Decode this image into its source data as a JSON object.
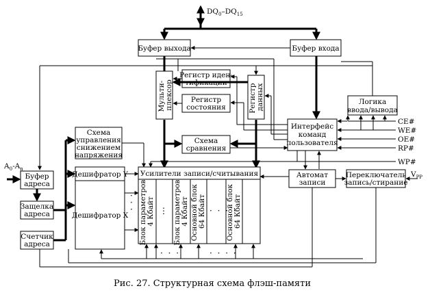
{
  "diagram": {
    "bus_label": "DQ",
    "bus_sub_a": "0",
    "bus_dash": "–DQ",
    "bus_sub_b": "15",
    "addr_label": "A",
    "addr_sub_a": "0",
    "addr_dash": "-A",
    "addr_sub_b": "n",
    "vpp_label": "V",
    "vpp_sub": "PP",
    "signals": {
      "ce": "CE#",
      "we": "WE#",
      "oe": "OE#",
      "rp": "RP#",
      "wp": "WP#"
    },
    "blocks": {
      "buf_out": "Буфер выхода",
      "buf_in": "Буфер входа",
      "mux": [
        "Мульти-",
        "плексор"
      ],
      "reg_id": [
        "Регистр иден-",
        "тификации"
      ],
      "reg_status": [
        "Регистр",
        "состояния"
      ],
      "reg_data": [
        "Регистр",
        "данных"
      ],
      "io_logic": [
        "Логика",
        "ввода/вывода"
      ],
      "cmd_iface": [
        "Интерфейс",
        "команд",
        "пользователя"
      ],
      "compare": [
        "Схема",
        "сравнения"
      ],
      "power": [
        "Схема",
        "управления",
        "снижением",
        "напряжения"
      ],
      "dec_y": "Дешифратор Y",
      "dec_x": "Дешифратор X",
      "amps": "Усилители записи/считывания",
      "buf_addr": [
        "Буфер",
        "адреса"
      ],
      "latch_addr": [
        "Защелка",
        "адреса"
      ],
      "counter_addr": [
        "Счетчик",
        "адреса"
      ],
      "auto_write": [
        "Автомат",
        "записи"
      ],
      "switch": [
        "Переключатель",
        "запись/стирание"
      ],
      "mem1": [
        "Блок параметров",
        "4 Кбайт"
      ],
      "mem2": [
        "Блок параметров",
        "4 Кбайт"
      ],
      "mem3": [
        "Основной блок",
        "64 Кбайт"
      ],
      "mem4": [
        "Основной блок",
        "64 Кбайт"
      ]
    },
    "caption": "Рис. 27. Структурная схема флэш-памяти"
  }
}
